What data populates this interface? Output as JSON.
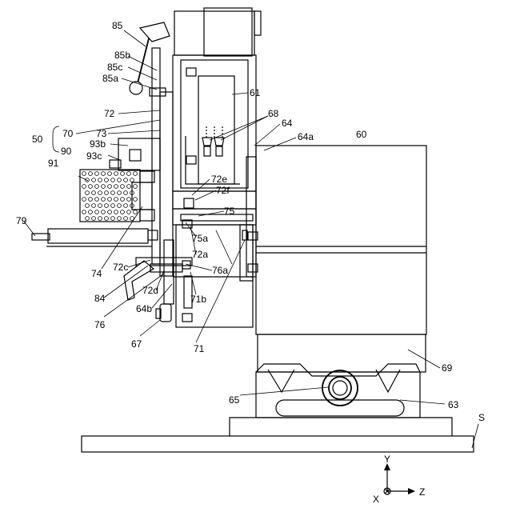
{
  "labels": {
    "l85": "85",
    "l85b": "85b",
    "l85c": "85c",
    "l85a": "85a",
    "l72": "72",
    "l70": "70",
    "l73": "73",
    "l50": "50",
    "l90": "90",
    "l93b": "93b",
    "l93c": "93c",
    "l91": "91",
    "l79": "79",
    "l74": "74",
    "l72c": "72c",
    "l84": "84",
    "l72d": "72d",
    "l64b": "64b",
    "l76": "76",
    "l67": "67",
    "l61": "61",
    "l68": "68",
    "l64": "64",
    "l64a": "64a",
    "l60": "60",
    "l72e": "72e",
    "l72f": "72f",
    "l75": "75",
    "l75a": "75a",
    "l72a": "72a",
    "l76a": "76a",
    "l71b": "71b",
    "l71": "71",
    "l69": "69",
    "l65": "65",
    "l63": "63",
    "lS": "S"
  },
  "axes": {
    "y": "Y",
    "z": "Z",
    "x": "X"
  }
}
